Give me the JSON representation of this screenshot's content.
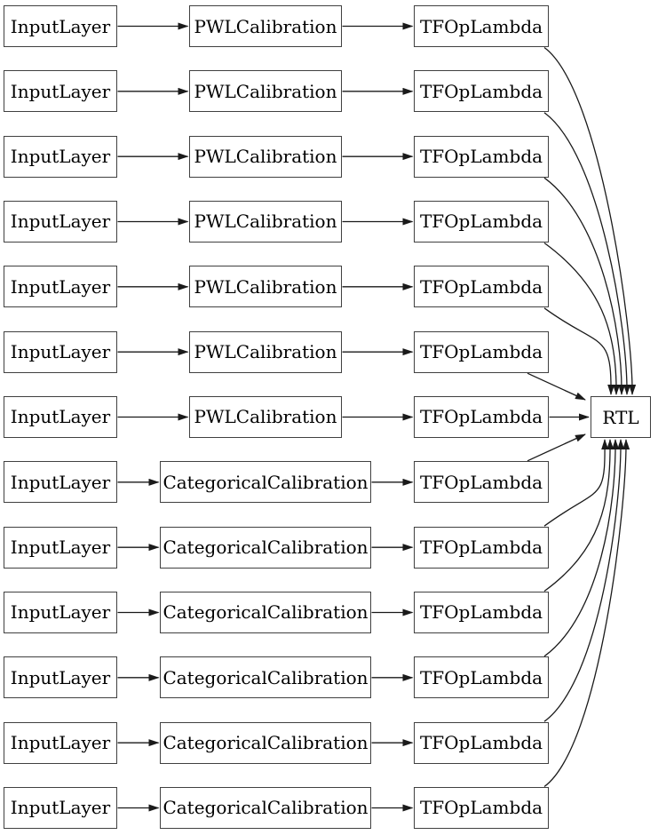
{
  "diagram": {
    "sink": {
      "label": "RTL"
    },
    "colors": {
      "background": "#ffffff",
      "node_fill": "#ffffff",
      "node_border": "#404040",
      "edge": "#1a1a1a",
      "text": "#000000"
    },
    "rows": [
      {
        "type": "pwl",
        "input": "InputLayer",
        "calibration": "PWLCalibration",
        "lambda": "TFOpLambda"
      },
      {
        "type": "pwl",
        "input": "InputLayer",
        "calibration": "PWLCalibration",
        "lambda": "TFOpLambda"
      },
      {
        "type": "pwl",
        "input": "InputLayer",
        "calibration": "PWLCalibration",
        "lambda": "TFOpLambda"
      },
      {
        "type": "pwl",
        "input": "InputLayer",
        "calibration": "PWLCalibration",
        "lambda": "TFOpLambda"
      },
      {
        "type": "pwl",
        "input": "InputLayer",
        "calibration": "PWLCalibration",
        "lambda": "TFOpLambda"
      },
      {
        "type": "pwl",
        "input": "InputLayer",
        "calibration": "PWLCalibration",
        "lambda": "TFOpLambda"
      },
      {
        "type": "pwl",
        "input": "InputLayer",
        "calibration": "PWLCalibration",
        "lambda": "TFOpLambda"
      },
      {
        "type": "categorical",
        "input": "InputLayer",
        "calibration": "CategoricalCalibration",
        "lambda": "TFOpLambda"
      },
      {
        "type": "categorical",
        "input": "InputLayer",
        "calibration": "CategoricalCalibration",
        "lambda": "TFOpLambda"
      },
      {
        "type": "categorical",
        "input": "InputLayer",
        "calibration": "CategoricalCalibration",
        "lambda": "TFOpLambda"
      },
      {
        "type": "categorical",
        "input": "InputLayer",
        "calibration": "CategoricalCalibration",
        "lambda": "TFOpLambda"
      },
      {
        "type": "categorical",
        "input": "InputLayer",
        "calibration": "CategoricalCalibration",
        "lambda": "TFOpLambda"
      },
      {
        "type": "categorical",
        "input": "InputLayer",
        "calibration": "CategoricalCalibration",
        "lambda": "TFOpLambda"
      }
    ]
  }
}
